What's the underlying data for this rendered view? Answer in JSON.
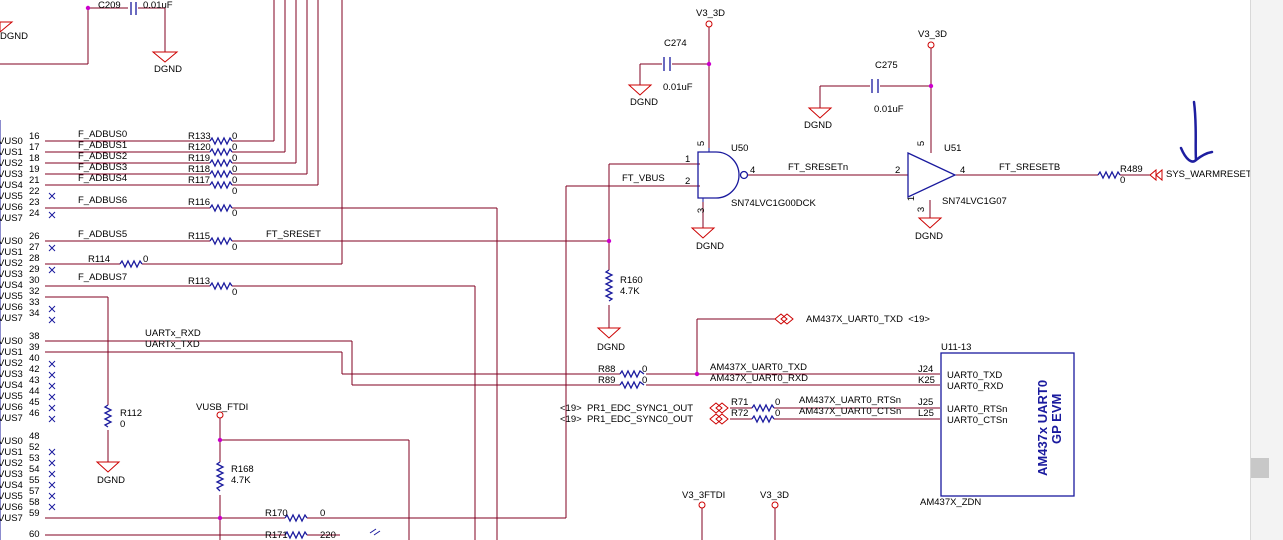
{
  "power": {
    "v33d_a": "V3_3D",
    "v33d_b": "V3_3D",
    "v33d_c": "V3_3D",
    "v33_ftdi": "V3_3FTDI",
    "vusb_ftdi": "VUSB_FTDI"
  },
  "grounds": {
    "g1": "DGND",
    "g2": "DGND",
    "g3": "DGND",
    "g4": "DGND",
    "g5": "DGND",
    "g6": "DGND",
    "g7": "DGND",
    "g8": "DGND"
  },
  "caps": {
    "c209": "C209",
    "c209_val": "0.01uF",
    "c274": "C274",
    "c274_val": "0.01uF",
    "c275": "C275",
    "c275_val": "0.01uF"
  },
  "u50": {
    "ref": "U50",
    "part": "SN74LVC1G00DCK",
    "pin1": "1",
    "pin2": "2",
    "pin3": "3",
    "pin4": "4",
    "pin5": "5"
  },
  "u51": {
    "ref": "U51",
    "part": "SN74LVC1G07",
    "pin1": "1",
    "pin2": "2",
    "pin3": "3",
    "pin4": "4",
    "pin5": "5"
  },
  "left_pins": {
    "labels": [
      "VUS0",
      "VUS1",
      "VUS2",
      "VUS3",
      "VUS4",
      "VUS5",
      "VUS6",
      "VUS7",
      "VUS0",
      "VUS1",
      "VUS2",
      "VUS3",
      "VUS4",
      "VUS5",
      "VUS6",
      "VUS7",
      "VUS0",
      "VUS1",
      "VUS2",
      "VUS3",
      "VUS4",
      "VUS5",
      "VUS6",
      "VUS7",
      "VUS0",
      "VUS1",
      "VUS2",
      "VUS3",
      "VUS4",
      "VUS5",
      "VUS6",
      "VUS7"
    ],
    "numbers": [
      "16",
      "17",
      "18",
      "19",
      "21",
      "22",
      "23",
      "24",
      "26",
      "27",
      "28",
      "29",
      "30",
      "32",
      "33",
      "34",
      "38",
      "39",
      "40",
      "42",
      "43",
      "44",
      "45",
      "46",
      "48",
      "52",
      "53",
      "54",
      "55",
      "57",
      "58",
      "59",
      "60"
    ]
  },
  "nets": {
    "adbus0": "F_ADBUS0",
    "adbus1": "F_ADBUS1",
    "adbus2": "F_ADBUS2",
    "adbus3": "F_ADBUS3",
    "adbus4": "F_ADBUS4",
    "adbus6": "F_ADBUS6",
    "adbus5": "F_ADBUS5",
    "adbus7": "F_ADBUS7",
    "ft_sreset": "FT_SRESET",
    "ft_vbus": "FT_VBUS",
    "ft_sresetn": "FT_SRESETn",
    "ft_sresetb": "FT_SRESETB",
    "uart_rxd": "UARTx_RXD",
    "uart_txd": "UARTx_TXD",
    "am_txd": "AM437X_UART0_TXD",
    "am_rxd": "AM437X_UART0_RXD",
    "am_rtsn": "AM437X_UART0_RTSn",
    "am_ctsn": "AM437X_UART0_CTSn",
    "sys_warmreset": "SYS_WARMRESET",
    "off_txd": "AM437X_UART0_TXD  <19>",
    "pr1_sync1": "<19>  PR1_EDC_SYNC1_OUT",
    "pr1_sync0": "<19>  PR1_EDC_SYNC0_OUT"
  },
  "resistors": {
    "r133": "R133",
    "r120": "R120",
    "r119": "R119",
    "r118": "R118",
    "r117": "R117",
    "r116": "R116",
    "r115": "R115",
    "r114": "R114",
    "r113": "R113",
    "r160": "R160",
    "r160_val": "4.7K",
    "r88": "R88",
    "r89": "R89",
    "r71": "R71",
    "r72": "R72",
    "r112": "R112",
    "r168": "R168",
    "r168_val": "4.7K",
    "r170": "R170",
    "r171": "R171",
    "r171_val": "220",
    "r489": "R489",
    "zero": "0"
  },
  "u11": {
    "ref": "U11-13",
    "part": "AM437X_ZDN",
    "title_line1": "AM437x UART0",
    "title_line2": "GP EVM",
    "pins": [
      {
        "num": "J24",
        "name": "UART0_TXD"
      },
      {
        "num": "K25",
        "name": "UART0_RXD"
      },
      {
        "num": "J25",
        "name": "UART0_RTSn"
      },
      {
        "num": "L25",
        "name": "UART0_CTSn"
      }
    ]
  },
  "colors": {
    "net": "#cc0000",
    "wire": "#800020",
    "part": "#1a1a9e",
    "junction": "#cc00cc"
  }
}
